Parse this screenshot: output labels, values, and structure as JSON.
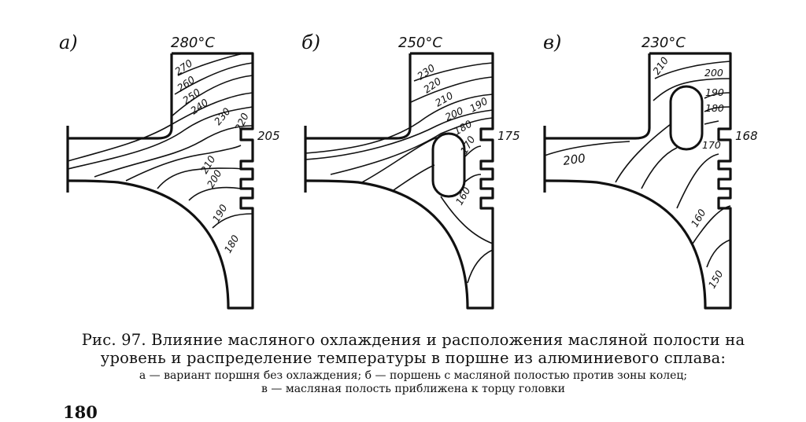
{
  "panels": [
    {
      "letter": "а)",
      "top_temp": "280°C",
      "side_temp": "205",
      "isotherm_labels": [
        "270",
        "260",
        "250",
        "240",
        "230",
        "220",
        "210",
        "200",
        "190",
        "180"
      ]
    },
    {
      "letter": "б)",
      "top_temp": "250°C",
      "side_temp": "175",
      "isotherm_labels": [
        "230",
        "220",
        "210",
        "200",
        "190",
        "180",
        "170",
        "160"
      ]
    },
    {
      "letter": "в)",
      "top_temp": "230°C",
      "side_temp": "168",
      "isotherm_labels": [
        "210",
        "200",
        "190",
        "180",
        "170",
        "200",
        "160",
        "150"
      ]
    }
  ],
  "caption": {
    "lines": [
      "Рис. 97. Влияние масляного охлаждения и расположения масляной полости на",
      "уровень и распределение температуры в поршне из алюминиевого сплава:"
    ],
    "sub_lines": [
      "а — вариант поршня без охлаждения; б — поршень с масляной полостью против зоны колец;",
      "в — масляная полость приближена к торцу головки"
    ]
  },
  "page_number": "180"
}
